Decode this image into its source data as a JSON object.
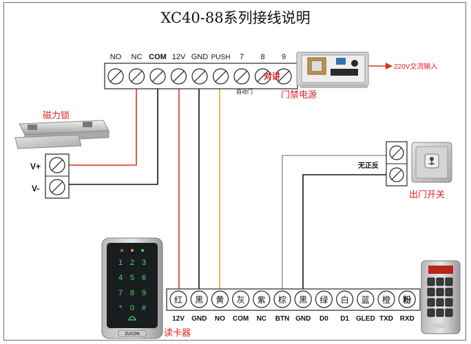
{
  "title": "XC40-88系列接线说明",
  "top_terminals": [
    "NO",
    "NC",
    "COM",
    "12V",
    "GND",
    "PUSH",
    "7",
    "8",
    "9"
  ],
  "top_terminal_sub": "自动门",
  "duikai": "对讲",
  "power_supply": {
    "label": "门禁电源",
    "input": "220V交流输入"
  },
  "maglock": {
    "label": "磁力锁",
    "v_plus": "V+",
    "v_minus": "V-"
  },
  "exit_button": {
    "label": "出门开关",
    "note": "无正反"
  },
  "reader": {
    "label": "读卡器",
    "colors": [
      "红",
      "黑",
      "黄",
      "灰",
      "紫",
      "棕",
      "黑",
      "绿",
      "白",
      "蓝",
      "橙",
      "粉"
    ],
    "pins": [
      "12V",
      "GND",
      "NO",
      "COM",
      "NC",
      "BTN",
      "GND",
      "D0",
      "D1",
      "GLED",
      "TXD",
      "RXD"
    ],
    "keys": [
      "1",
      "2",
      "3",
      "4",
      "5",
      "6",
      "7",
      "8",
      "9",
      "*",
      "0",
      "#"
    ],
    "brand": "ZUCON"
  },
  "colors": {
    "red": "#d9301f",
    "black": "#111111",
    "yellow": "#f0a020",
    "gray": "#9a9a9a",
    "label_red": "#e02020"
  }
}
